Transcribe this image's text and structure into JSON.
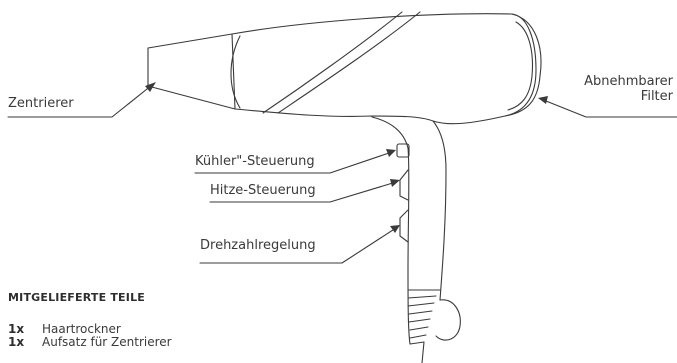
{
  "labels": {
    "centerer": "Zentrierer",
    "filter_line1": "Abnehmbarer",
    "filter_line2": "Filter",
    "cool": "Kühler\"-Steuerung",
    "heat": "Hitze-Steuerung",
    "speed": "Drehzahlregelung"
  },
  "parts": {
    "title": "MITGELIEFERTE TEILE",
    "items": [
      {
        "qty": "1x",
        "name": "Haartrockner"
      },
      {
        "qty": "1x",
        "name": "Aufsatz für Zentrierer"
      }
    ]
  },
  "colors": {
    "line": "#3a3a3a",
    "text": "#3a3a3a"
  }
}
